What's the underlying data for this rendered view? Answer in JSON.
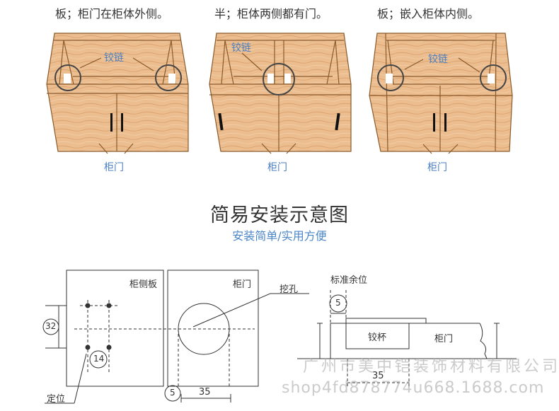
{
  "captions": {
    "full_overlay": "板；柜门在柜体外侧。",
    "half_overlay": "半；柜体两侧都有门。",
    "inset": "板；嵌入柜体内侧。"
  },
  "cabinets": [
    {
      "variant": "full-overlay",
      "hinge_label": "铰链",
      "door_label": "柜门"
    },
    {
      "variant": "half-overlay",
      "hinge_label": "铰链",
      "door_label": "柜门"
    },
    {
      "variant": "inset",
      "hinge_label": "铰链",
      "door_label": "柜门"
    }
  ],
  "section": {
    "title": "简易安装示意图",
    "subtitle": "安装简单/实用方便"
  },
  "diagram": {
    "side_panel_label": "柜侧板",
    "door_label": "柜门",
    "hole_label": "挖孔",
    "positioning_label": "定位",
    "dim_32": "32",
    "dim_14": "14",
    "dim_5": "5",
    "dim_35": "35",
    "standard_margin_label": "标准余位",
    "cup_label": "铰杯",
    "section_door_label": "柜门",
    "section_dim_5": "5",
    "section_dim_35": "35"
  },
  "watermark": {
    "company": "广州市美中铠装饰材料有限公司",
    "url": "shop4fd878774u668.1688.com"
  },
  "colors": {
    "wood": "#e9b98a",
    "wood_line": "#8a5a2b",
    "label_blue": "#4a7fc1",
    "text": "#333333"
  }
}
